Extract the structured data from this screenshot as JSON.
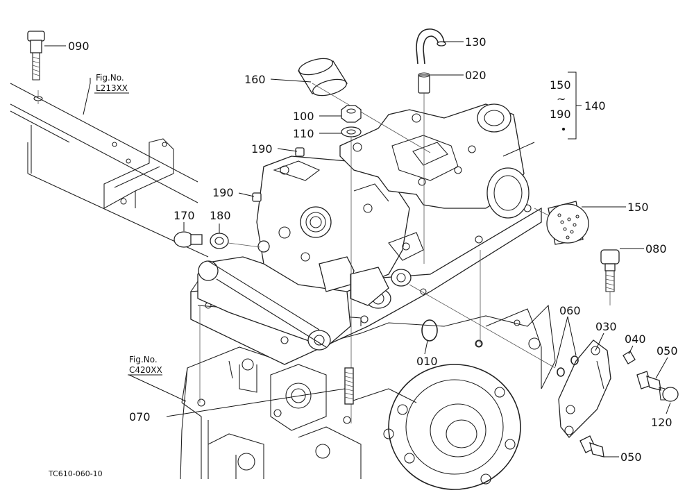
{
  "drawing_code": "TC610-060-10",
  "fig_refs": [
    {
      "label": "Fig.No.",
      "number": "L213XX"
    },
    {
      "label": "Fig.No.",
      "number": "C420XX"
    }
  ],
  "parts": {
    "p090": "090",
    "p130": "130",
    "p020": "020",
    "p160": "160",
    "p100": "100",
    "p110": "110",
    "p190a": "190",
    "p190b": "190",
    "p170": "170",
    "p180": "180",
    "p150": "150",
    "p080": "080",
    "p060": "060",
    "p030": "030",
    "p040": "040",
    "p050a": "050",
    "p050b": "050",
    "p120": "120",
    "p010": "010",
    "p070": "070"
  },
  "range_group": {
    "from": "150",
    "tilde": "~",
    "to": "190",
    "assembly": "140"
  }
}
